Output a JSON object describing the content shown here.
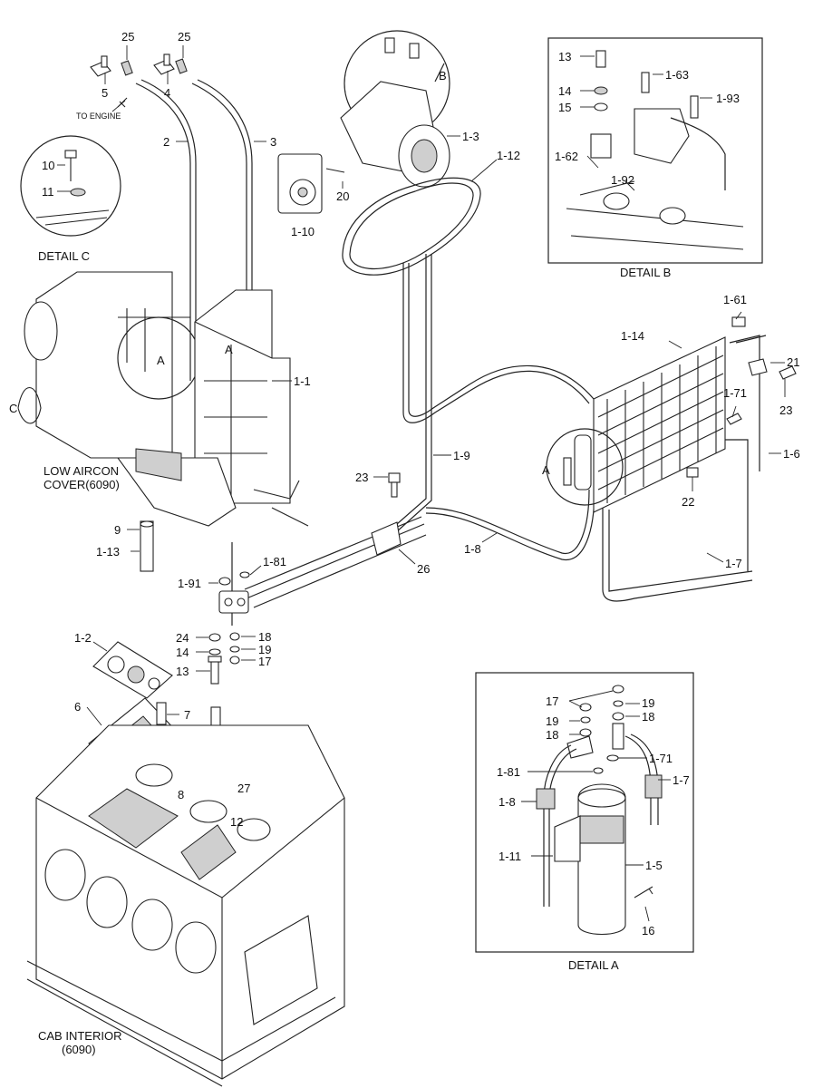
{
  "details": {
    "c": "DETAIL C",
    "b": "DETAIL B",
    "a": "DETAIL A"
  },
  "captions": {
    "to_engine": "TO ENGINE",
    "low_cover_1": "LOW AIRCON",
    "low_cover_2": "COVER(6090)",
    "cab_1": "CAB INTERIOR",
    "cab_2": "(6090)"
  },
  "callout_letters": {
    "a_main": "A",
    "b_main": "B",
    "c_main": "C",
    "a_small": "A",
    "a_small2": "A"
  },
  "labels": {
    "p25a": "25",
    "p25b": "25",
    "p5": "5",
    "p4": "4",
    "p2": "2",
    "p3": "3",
    "c10": "10",
    "c11": "11",
    "p1_10": "1-10",
    "p20": "20",
    "p1_3": "1-3",
    "p1_12": "1-12",
    "b13": "13",
    "b14": "14",
    "b15": "15",
    "b1_62": "1-62",
    "b1_63": "1-63",
    "b1_93": "1-93",
    "b1_92": "1-92",
    "p1_1": "1-1",
    "p1_61": "1-61",
    "p1_14": "1-14",
    "p21": "21",
    "p23a": "23",
    "p1_71": "1-71",
    "p1_6": "1-6",
    "p1_9": "1-9",
    "p23b": "23",
    "p22": "22",
    "p9": "9",
    "p1_13": "1-13",
    "p1_8": "1-8",
    "p1_7": "1-7",
    "p26": "26",
    "p1_81": "1-81",
    "p1_91": "1-91",
    "p24": "24",
    "p14": "14",
    "p13": "13",
    "p18": "18",
    "p19": "19",
    "p17": "17",
    "p1_2": "1-2",
    "p6": "6",
    "p7": "7",
    "p8": "8",
    "p27": "27",
    "p12": "12",
    "a17": "17",
    "a19a": "19",
    "a19b": "19",
    "a18a": "18",
    "a18b": "18",
    "a1_71": "1-71",
    "a1_81": "1-81",
    "a1_7": "1-7",
    "a1_8": "1-8",
    "a1_11": "1-11",
    "a1_5": "1-5",
    "a16": "16"
  }
}
